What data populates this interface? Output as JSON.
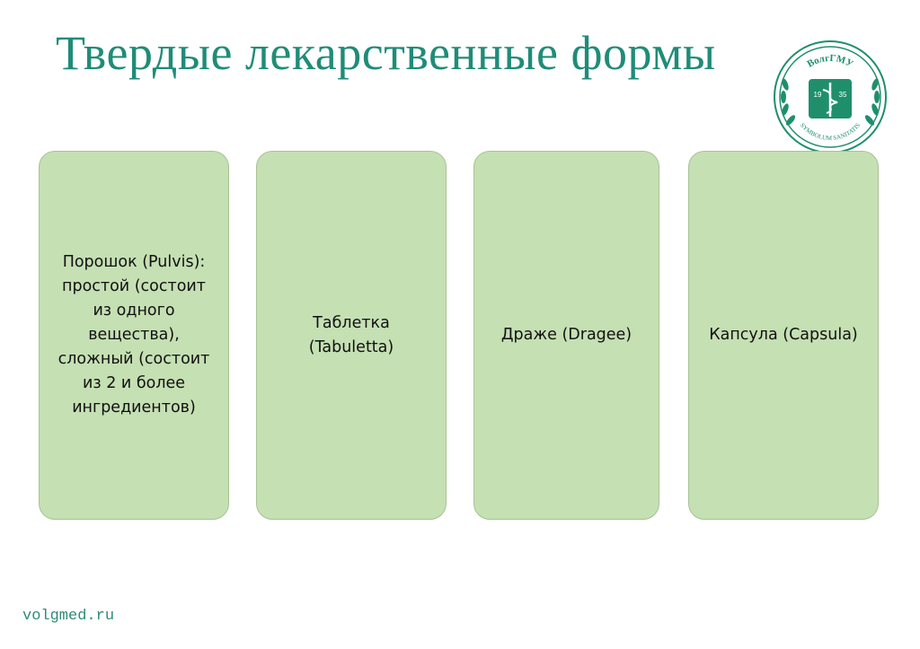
{
  "slide": {
    "title": "Твердые лекарственные формы",
    "footer": "volgmed.ru"
  },
  "logo": {
    "name": "ВолгГМУ",
    "year_left": "19",
    "year_right": "35",
    "motto": "SYMBOLUM SANITATIS",
    "icon": "caduceus-emblem",
    "colors": {
      "green": "#1f8f6b",
      "white": "#ffffff"
    }
  },
  "cards": [
    {
      "text": "Порошок (Pulvis): простой (состоит из одного вещества), сложный (состоит из 2 и более ингредиентов)"
    },
    {
      "text": "Таблетка (Tabuletta)"
    },
    {
      "text": "Драже (Dragee)"
    },
    {
      "text": "Капсула (Capsula)"
    }
  ],
  "colors": {
    "title": "#1f8c78",
    "card_fill": "#c5e0b3",
    "card_border": "#a7c293",
    "footer": "#2e8b78"
  }
}
